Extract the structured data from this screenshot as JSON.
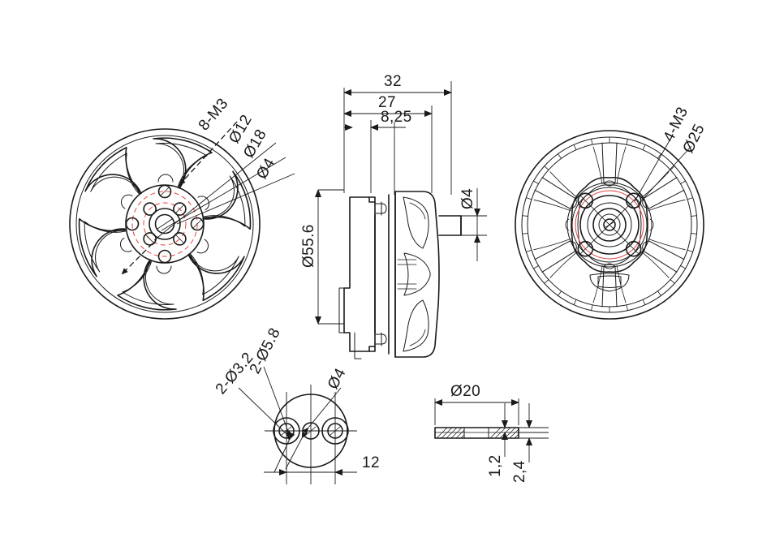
{
  "drawing": {
    "title": "Brushless motor outline drawing",
    "background": "#ffffff",
    "line_color": "#1a1a1a",
    "accent_color": "#e8413c"
  },
  "views": {
    "front": {
      "name": "front-bell-view",
      "labels": [
        {
          "id": "lbl-8-m3",
          "text": "8-M3"
        },
        {
          "id": "lbl-d12",
          "text": "Ø12"
        },
        {
          "id": "lbl-d18",
          "text": "Ø18"
        },
        {
          "id": "lbl-d4",
          "text": "Ø4"
        }
      ]
    },
    "side": {
      "name": "side-section-view",
      "labels": [
        {
          "id": "lbl-32",
          "text": "32"
        },
        {
          "id": "lbl-27",
          "text": "27"
        },
        {
          "id": "lbl-825",
          "text": "8,25"
        },
        {
          "id": "lbl-d556",
          "text": "Ø55.6"
        },
        {
          "id": "lbl-shaft",
          "text": "Ø4"
        }
      ]
    },
    "rear": {
      "name": "rear-mount-view",
      "labels": [
        {
          "id": "lbl-4-m3",
          "text": "4-M3"
        },
        {
          "id": "lbl-d25",
          "text": "Ø25"
        }
      ]
    },
    "shaft_end": {
      "name": "shaft-end-detail-view",
      "labels": [
        {
          "id": "lbl-2d32",
          "text": "2-Ø3.2"
        },
        {
          "id": "lbl-2d58",
          "text": "2-Ø5.8"
        },
        {
          "id": "lbl-d4b",
          "text": "Ø4"
        },
        {
          "id": "lbl-12",
          "text": "12"
        }
      ]
    },
    "washer": {
      "name": "washer-section-view",
      "labels": [
        {
          "id": "lbl-d20",
          "text": "Ø20"
        },
        {
          "id": "lbl-12t",
          "text": "1,2"
        },
        {
          "id": "lbl-24t",
          "text": "2,4"
        }
      ]
    }
  }
}
